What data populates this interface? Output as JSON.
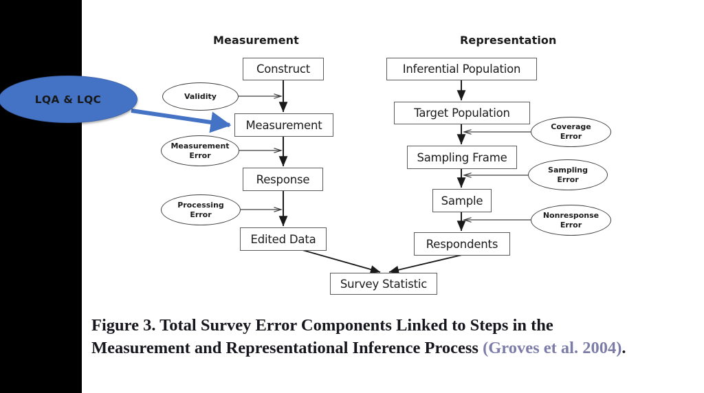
{
  "figure": {
    "columns": {
      "measurement_header": "Measurement",
      "representation_header": "Representation"
    },
    "callout": {
      "label": "LQA & LQC",
      "fill_color": "#4472c4",
      "arrow_color": "#4472c4"
    },
    "measurement_chain": [
      {
        "id": "construct",
        "label": "Construct"
      },
      {
        "id": "measurement",
        "label": "Measurement"
      },
      {
        "id": "response",
        "label": "Response"
      },
      {
        "id": "edited-data",
        "label": "Edited Data"
      }
    ],
    "measurement_errors": [
      {
        "id": "validity",
        "line1": "Validity",
        "line2": ""
      },
      {
        "id": "measurement-error",
        "line1": "Measurement",
        "line2": "Error"
      },
      {
        "id": "processing-error",
        "line1": "Processing",
        "line2": "Error"
      }
    ],
    "representation_chain": [
      {
        "id": "inferential-population",
        "label": "Inferential Population"
      },
      {
        "id": "target-population",
        "label": "Target Population"
      },
      {
        "id": "sampling-frame",
        "label": "Sampling Frame"
      },
      {
        "id": "sample",
        "label": "Sample"
      },
      {
        "id": "respondents",
        "label": "Respondents"
      }
    ],
    "representation_errors": [
      {
        "id": "coverage-error",
        "line1": "Coverage",
        "line2": "Error"
      },
      {
        "id": "sampling-error",
        "line1": "Sampling",
        "line2": "Error"
      },
      {
        "id": "nonresponse-error",
        "line1": "Nonresponse",
        "line2": "Error"
      }
    ],
    "terminal": {
      "id": "survey-statistic",
      "label": "Survey Statistic"
    },
    "caption": {
      "line1": "Figure 3. Total Survey Error Components Linked to Steps in the",
      "line2_pre": "Measurement and Representational Inference Process ",
      "citation": "(Groves et al. 2004)",
      "line2_post": ".",
      "citation_color": "#7c7ca8"
    }
  }
}
